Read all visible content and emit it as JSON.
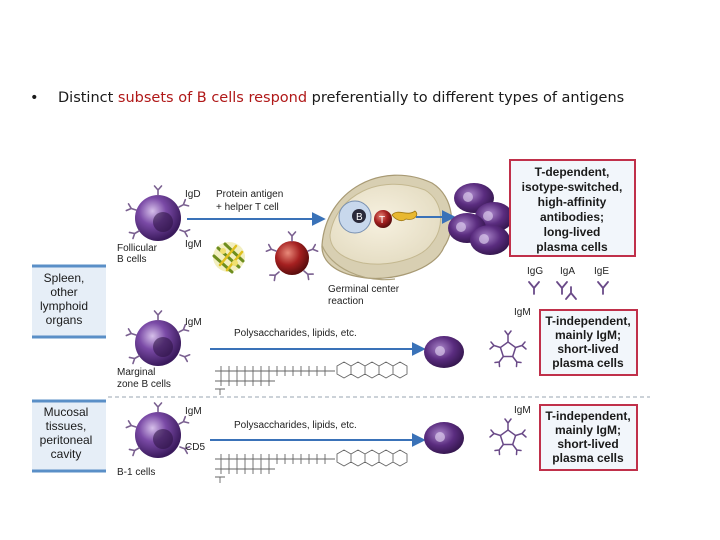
{
  "bullet": {
    "marker": "•",
    "prefix": "Distinct ",
    "highlight": "subsets of B cells respond",
    "suffix": " preferentially to different types of antigens"
  },
  "colors": {
    "highlight": "#b01818",
    "output_box_border": "#c0304a",
    "output_box_fill": "#f2f6fb",
    "side_box_fill": "#e6eef7",
    "side_box_line": "#5a8fc7",
    "b_cell": "#5b2d82",
    "plasma_cell": "#5a2c7f",
    "helper_t_cell": "#a52020",
    "germinal_center": "#e4dcc2",
    "arrow": "#3a72b8"
  },
  "diagram": {
    "sides": {
      "spleen": [
        "Spleen,",
        "other",
        "lymphoid",
        "organs"
      ],
      "mucosal": [
        "Mucosal",
        "tissues,",
        "peritoneal",
        "cavity"
      ]
    },
    "row1": {
      "igd": "IgD",
      "igm": "IgM",
      "cell": [
        "Follicular",
        "B cells"
      ],
      "antigen": [
        "Protein antigen",
        "+ helper T cell"
      ],
      "gc": [
        "Germinal center",
        "reaction"
      ],
      "b_tag": "B",
      "t_tag": "T",
      "output": [
        "T-dependent,",
        "isotype-switched,",
        "high-affinity",
        "antibodies;",
        "long-lived",
        "plasma cells"
      ],
      "isotypes": [
        "IgG",
        "IgA",
        "IgE"
      ]
    },
    "row2": {
      "igm": "IgM",
      "out_igm": "IgM",
      "cell": [
        "Marginal",
        "zone B cells"
      ],
      "antigen": "Polysaccharides, lipids, etc.",
      "output": [
        "T-independent,",
        "mainly IgM;",
        "short-lived",
        "plasma cells"
      ]
    },
    "row3": {
      "igm": "IgM",
      "out_igm": "IgM",
      "cd5": "CD5",
      "cell": "B-1 cells",
      "antigen": "Polysaccharides, lipids, etc.",
      "output": [
        "T-independent,",
        "mainly IgM;",
        "short-lived",
        "plasma cells"
      ]
    }
  }
}
